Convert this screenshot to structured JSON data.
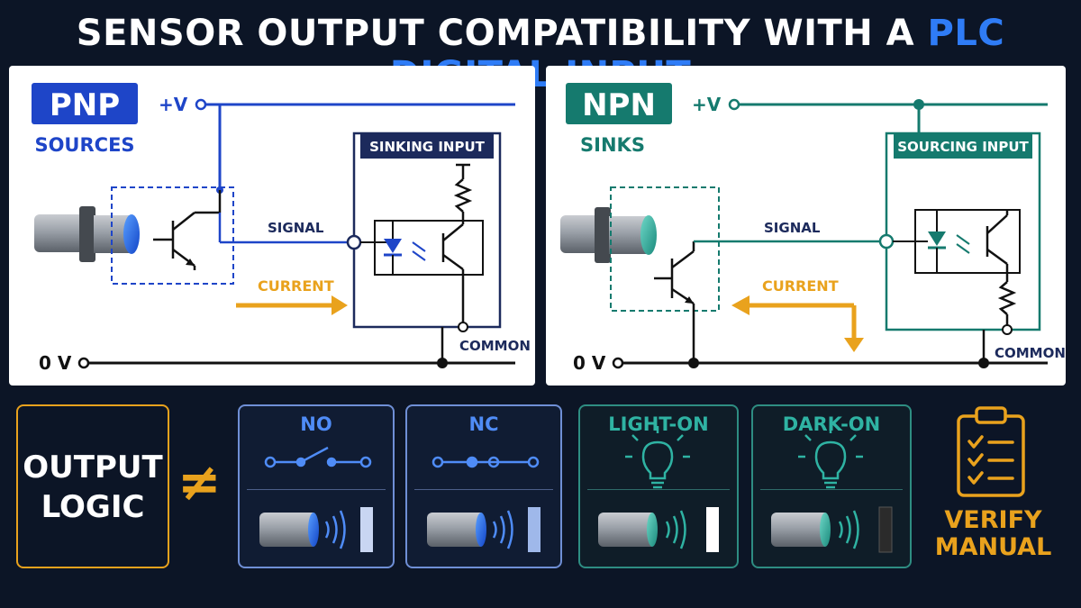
{
  "title": {
    "prefix": "SENSOR OUTPUT COMPATIBILITY WITH A",
    "highlight": "PLC DIGITAL INPUT"
  },
  "pnp": {
    "badge": "PNP",
    "subtitle": "SOURCES",
    "plus_v": "+V",
    "zero_v": "0 V",
    "signal": "SIGNAL",
    "current": "CURRENT",
    "input_title": "SINKING INPUT",
    "common": "COMMON",
    "accent": "#1e45c8"
  },
  "npn": {
    "badge": "NPN",
    "subtitle": "SINKS",
    "plus_v": "+V",
    "zero_v": "0 V",
    "signal": "SIGNAL",
    "current": "CURRENT",
    "input_title": "SOURCING INPUT",
    "common": "COMMON",
    "accent": "#157a6e"
  },
  "logic": {
    "line1": "OUTPUT",
    "line2": "LOGIC",
    "neq": "≠"
  },
  "options": [
    {
      "label": "NO",
      "icon": "normally-open-switch-icon"
    },
    {
      "label": "NC",
      "icon": "normally-closed-switch-icon"
    },
    {
      "label": "LIGHT-ON",
      "icon": "lightbulb-icon"
    },
    {
      "label": "DARK-ON",
      "icon": "lightbulb-icon"
    }
  ],
  "verify": {
    "line1": "VERIFY",
    "line2": "MANUAL",
    "icon": "clipboard-checklist-icon"
  },
  "colors": {
    "background": "#0c1526",
    "orange": "#e9a21d",
    "blue": "#2f7cf6",
    "teal": "#2fb3a3",
    "navy": "#1c2a5c"
  }
}
